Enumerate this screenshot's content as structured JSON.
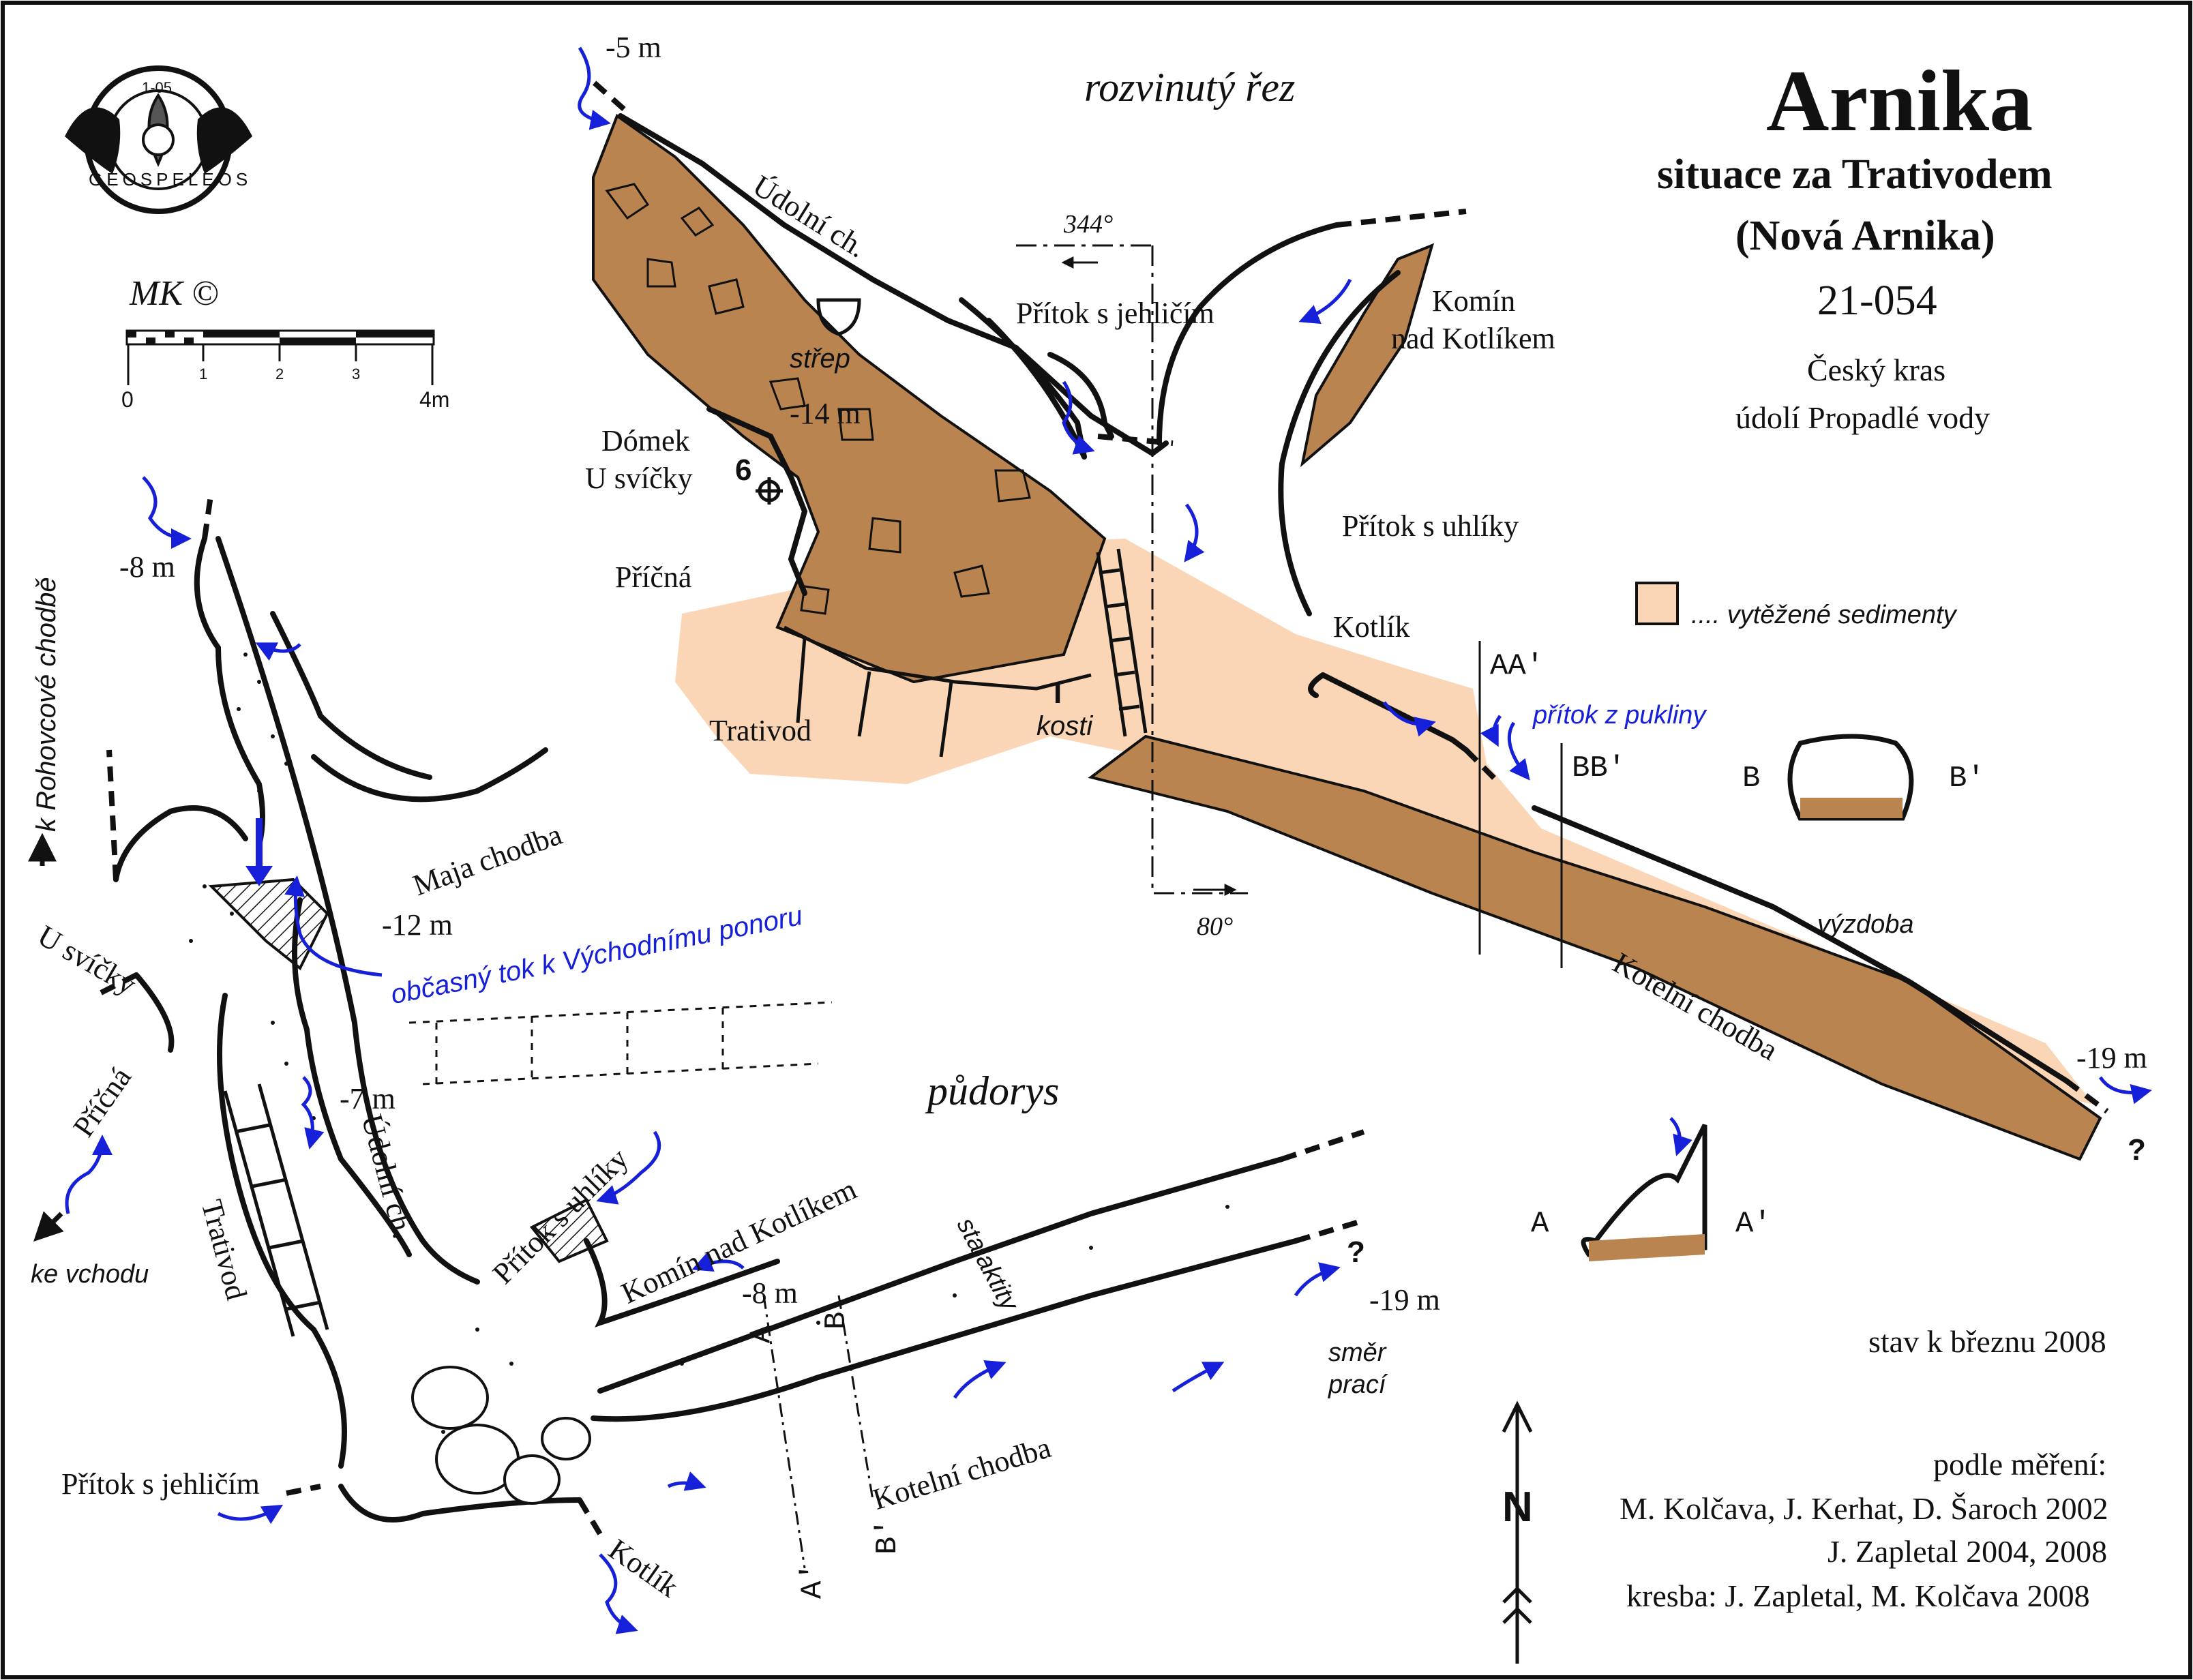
{
  "header": {
    "title": "Arnika",
    "subtitle": "situace za Trativodem",
    "subtitle2": "(Nová Arnika)",
    "cave_number": "21-054",
    "region": "Český kras",
    "valley": "údolí Propadlé vody"
  },
  "logo": {
    "number": "1-05",
    "name": "GEOSPELEOS"
  },
  "scale": {
    "author_mark": "MK ©",
    "ticks": [
      "0",
      "1",
      "2",
      "3",
      "4m"
    ]
  },
  "section_view": {
    "heading": "rozvinutý řez",
    "legend_label": ".... vytěžené sedimenty",
    "colors": {
      "sediment": "#b98450",
      "excavated": "#fad6b6",
      "water": "#1720d9"
    },
    "labels": {
      "depth_top": "-5 m",
      "udolni": "Údolní ch.",
      "bearing_1": "344°",
      "bearing_2": "80°",
      "pritok_jehlicim": "Přítok s jehličím",
      "komin_1": "Komín",
      "komin_2": "nad Kotlíkem",
      "strep": "střep",
      "depth_14": "-14 m",
      "domek_1": "Dómek",
      "domek_2": "U svíčky",
      "point_6": "6",
      "pricna": "Příčná",
      "pritok_uhliky": "Přítok s uhlíky",
      "kotlik": "Kotlík",
      "trativod": "Trativod",
      "kosti_mark": "I",
      "kosti": "kosti",
      "aa": "AA'",
      "bb": "BB'",
      "pritok_pukliny": "přítok z pukliny",
      "vyzdoba": "výzdoba",
      "kotelni": "Kotelní chodba",
      "depth_19": "-19 m",
      "question": "?"
    }
  },
  "profiles": {
    "b": "B",
    "b_prime": "B'",
    "a": "A",
    "a_prime": "A'"
  },
  "plan_view": {
    "heading": "půdorys",
    "labels": {
      "k_rohovcove": "k Rohovcové chodbě",
      "depth_8": "-8 m",
      "maja": "Maja chodba",
      "depth_12": "-12 m",
      "u_svicky": "U svíčky",
      "obcasny_tok": "občasný tok k Východnímu ponoru",
      "depth_7": "-7 m",
      "pricna": "Příčná",
      "udolni": "Údolní ch.",
      "pritok_uhliky": "Přítok s uhlíky",
      "komin": "Komín nad Kotlíkem",
      "trativod": "Trativod",
      "ke_vchodu": "ke vchodu",
      "depth_8b": "-8 m",
      "stalaktity": "stalaktity",
      "question": "?",
      "depth_19": "-19 m",
      "smer_1": "směr",
      "smer_2": "prací",
      "pritok_jehlicim": "Přítok s jehličím",
      "kotelni": "Kotelní chodba",
      "kotlik": "Kotlík",
      "sec_a": "A",
      "sec_b": "B",
      "sec_a_prime": "A'",
      "sec_b_prime": "B'"
    }
  },
  "footer": {
    "status": "stav k březnu 2008",
    "credits_title": "podle měření:",
    "credits_1": "M. Kolčava, J. Kerhat, D. Šaroch 2002",
    "credits_2": "J. Zapletal 2004, 2008",
    "credits_3": "kresba:   J. Zapletal, M. Kolčava 2008"
  },
  "north_arrow": {
    "letter": "N"
  }
}
